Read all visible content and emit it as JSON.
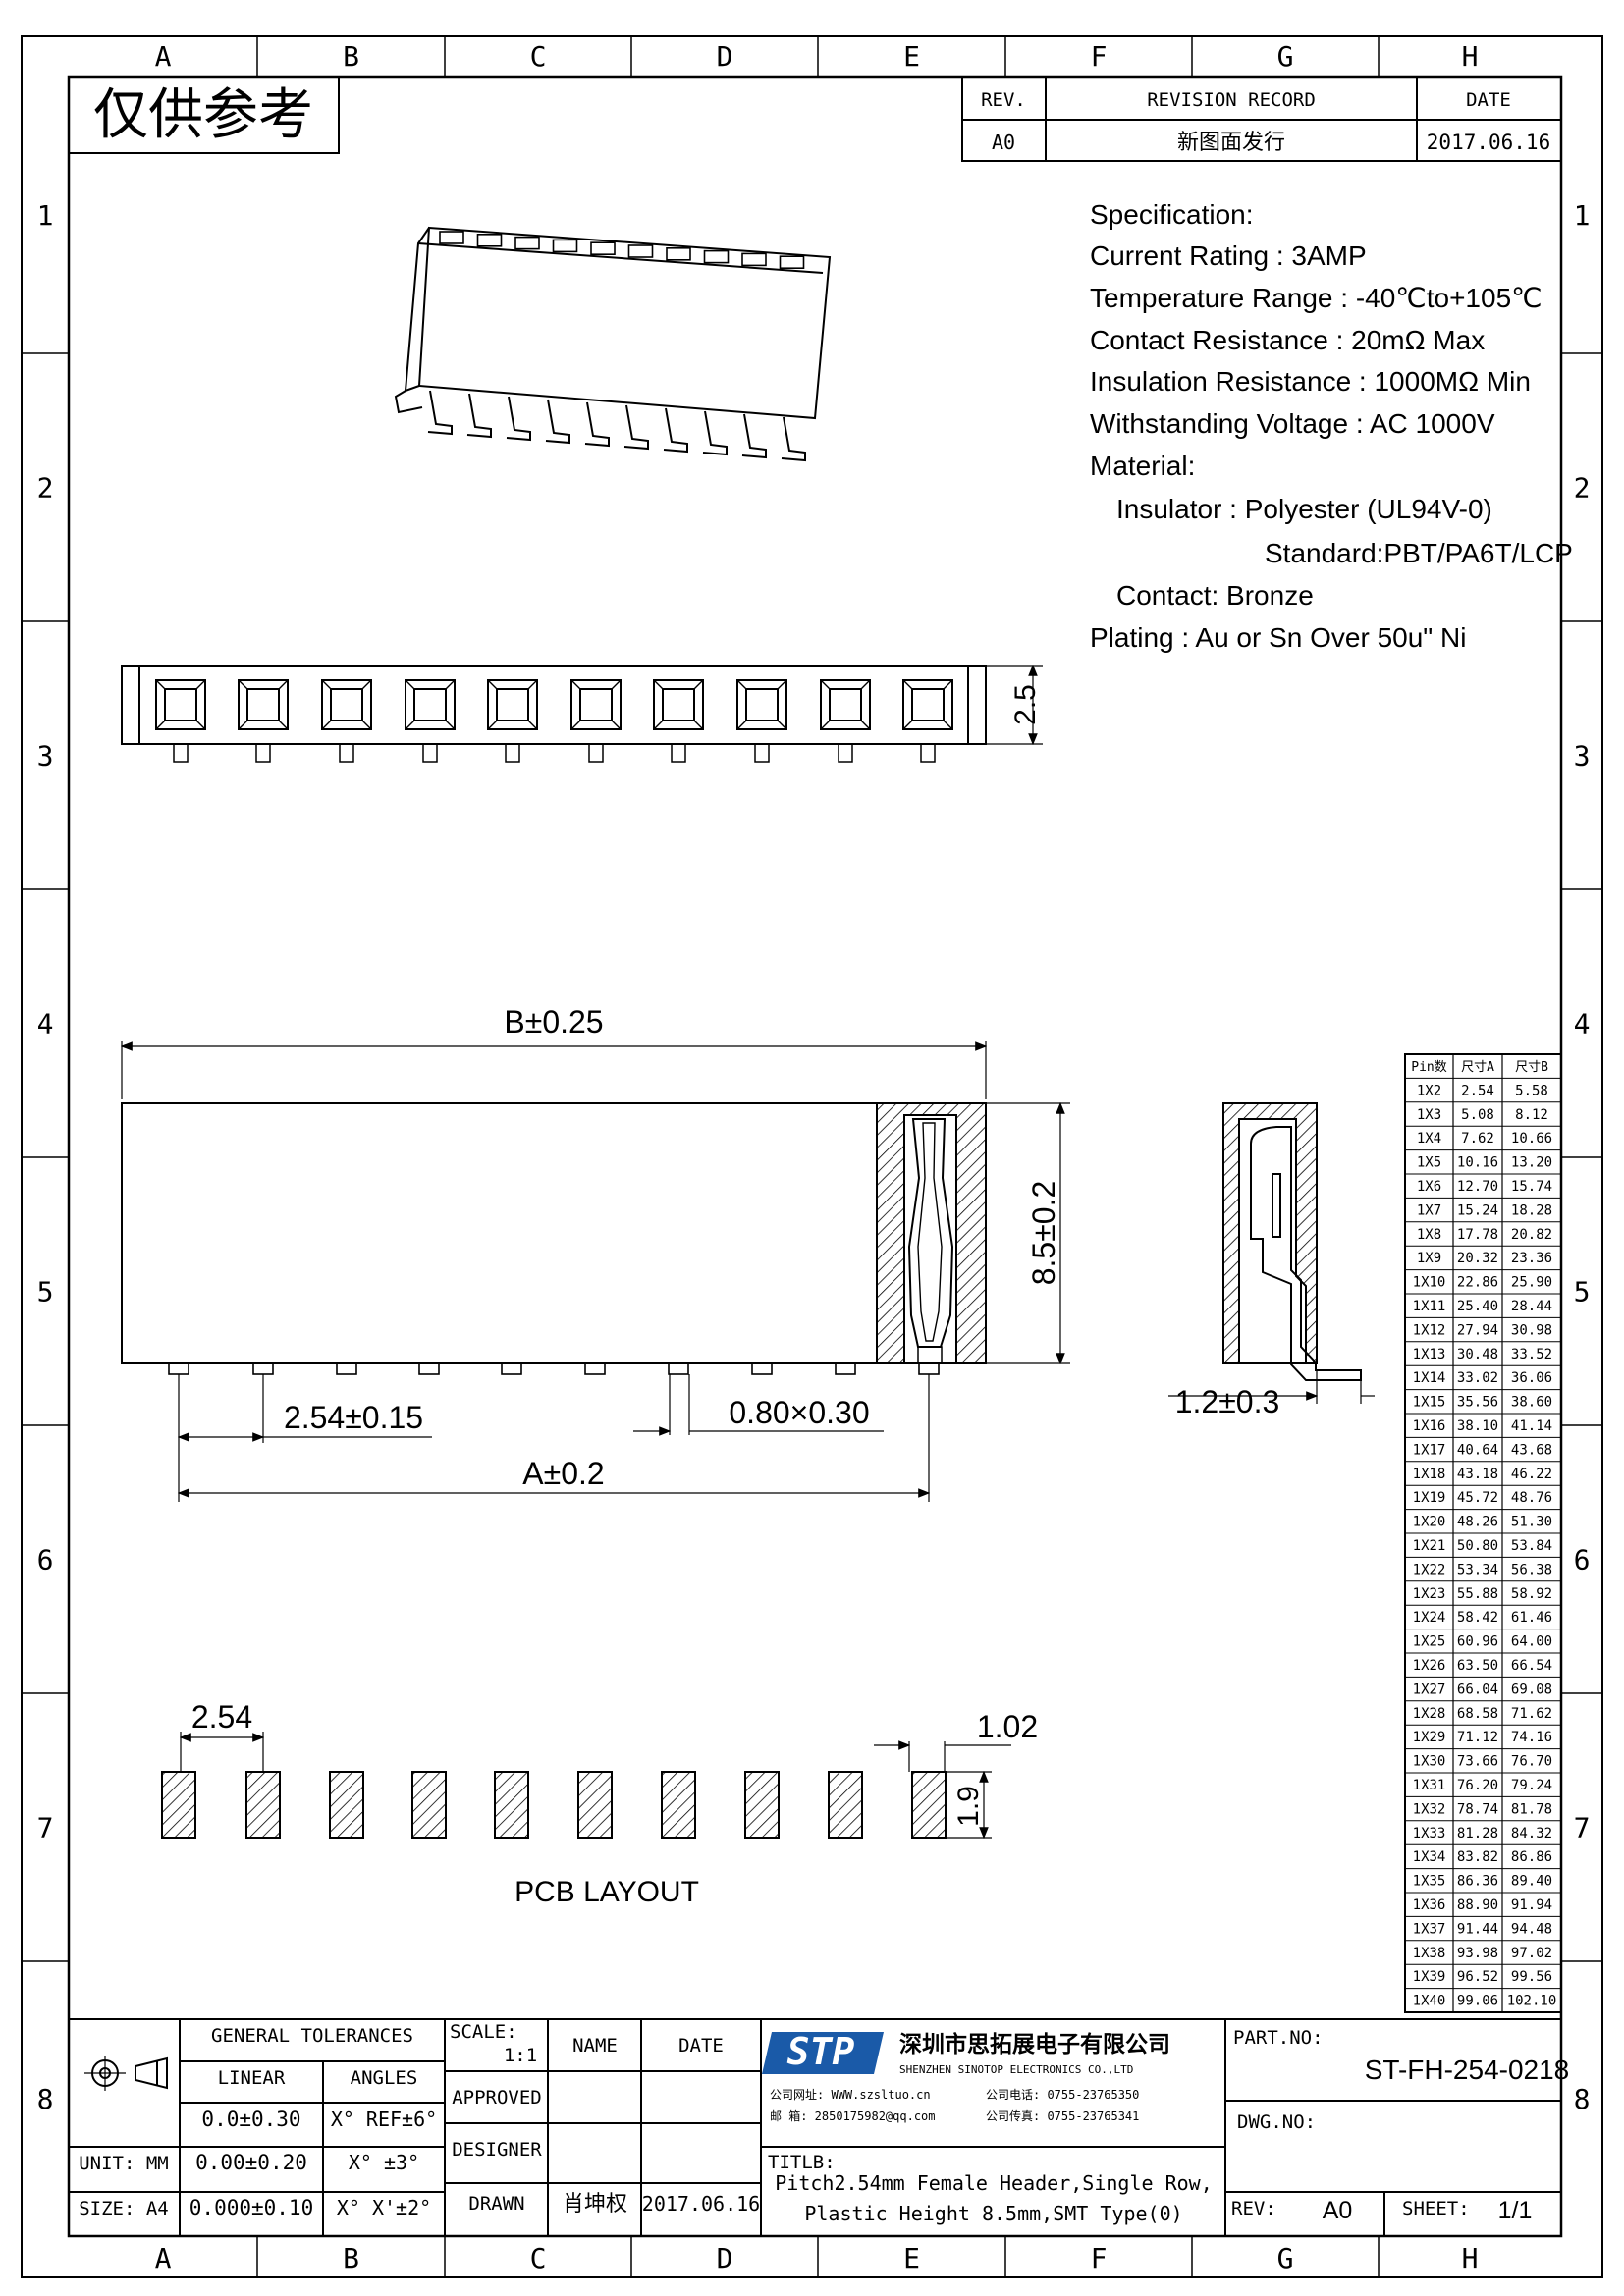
{
  "grid": {
    "columns": [
      "A",
      "B",
      "C",
      "D",
      "E",
      "F",
      "G",
      "H"
    ],
    "rows": [
      "1",
      "2",
      "3",
      "4",
      "5",
      "6",
      "7",
      "8"
    ]
  },
  "watermark": "仅供参考",
  "revision": {
    "rev_label": "REV.",
    "record_label": "REVISION RECORD",
    "date_label": "DATE",
    "rev": "A0",
    "record": "新图面发行",
    "date": "2017.06.16"
  },
  "specification": {
    "title": "Specification:",
    "current": "Current Rating : 3AMP",
    "temperature": "Temperature Range : -40℃to+105℃",
    "contact_resistance": "Contact Resistance : 20mΩ Max",
    "insulation": "Insulation Resistance : 1000MΩ Min",
    "voltage": "Withstanding Voltage : AC 1000V",
    "material": "Material:",
    "insulator": "Insulator : Polyester (UL94V-0)",
    "standard": "Standard:PBT/PA6T/LCP",
    "contact": "Contact: Bronze",
    "plating": "Plating : Au or Sn Over 50u\" Ni"
  },
  "dimensions": {
    "top_height": "2.5",
    "b_length": "B±0.25",
    "height": "8.5±0.2",
    "pitch": "2.54±0.15",
    "pin_size": "0.80×0.30",
    "a_length": "A±0.2",
    "side_offset": "1.2±0.3",
    "pcb_pitch": "2.54",
    "pad_width": "1.02",
    "pad_height": "1.9",
    "pcb_label": "PCB LAYOUT"
  },
  "size_table": {
    "headers": [
      "Pin数",
      "尺寸A",
      "尺寸B"
    ],
    "rows": [
      [
        "1X2",
        "2.54",
        "5.58"
      ],
      [
        "1X3",
        "5.08",
        "8.12"
      ],
      [
        "1X4",
        "7.62",
        "10.66"
      ],
      [
        "1X5",
        "10.16",
        "13.20"
      ],
      [
        "1X6",
        "12.70",
        "15.74"
      ],
      [
        "1X7",
        "15.24",
        "18.28"
      ],
      [
        "1X8",
        "17.78",
        "20.82"
      ],
      [
        "1X9",
        "20.32",
        "23.36"
      ],
      [
        "1X10",
        "22.86",
        "25.90"
      ],
      [
        "1X11",
        "25.40",
        "28.44"
      ],
      [
        "1X12",
        "27.94",
        "30.98"
      ],
      [
        "1X13",
        "30.48",
        "33.52"
      ],
      [
        "1X14",
        "33.02",
        "36.06"
      ],
      [
        "1X15",
        "35.56",
        "38.60"
      ],
      [
        "1X16",
        "38.10",
        "41.14"
      ],
      [
        "1X17",
        "40.64",
        "43.68"
      ],
      [
        "1X18",
        "43.18",
        "46.22"
      ],
      [
        "1X19",
        "45.72",
        "48.76"
      ],
      [
        "1X20",
        "48.26",
        "51.30"
      ],
      [
        "1X21",
        "50.80",
        "53.84"
      ],
      [
        "1X22",
        "53.34",
        "56.38"
      ],
      [
        "1X23",
        "55.88",
        "58.92"
      ],
      [
        "1X24",
        "58.42",
        "61.46"
      ],
      [
        "1X25",
        "60.96",
        "64.00"
      ],
      [
        "1X26",
        "63.50",
        "66.54"
      ],
      [
        "1X27",
        "66.04",
        "69.08"
      ],
      [
        "1X28",
        "68.58",
        "71.62"
      ],
      [
        "1X29",
        "71.12",
        "74.16"
      ],
      [
        "1X30",
        "73.66",
        "76.70"
      ],
      [
        "1X31",
        "76.20",
        "79.24"
      ],
      [
        "1X32",
        "78.74",
        "81.78"
      ],
      [
        "1X33",
        "81.28",
        "84.32"
      ],
      [
        "1X34",
        "83.82",
        "86.86"
      ],
      [
        "1X35",
        "86.36",
        "89.40"
      ],
      [
        "1X36",
        "88.90",
        "91.94"
      ],
      [
        "1X37",
        "91.44",
        "94.48"
      ],
      [
        "1X38",
        "93.98",
        "97.02"
      ],
      [
        "1X39",
        "96.52",
        "99.56"
      ],
      [
        "1X40",
        "99.06",
        "102.10"
      ]
    ]
  },
  "title_block": {
    "general_tolerances": "GENERAL TOLERANCES",
    "linear": "LINEAR",
    "angles": "ANGLES",
    "lin1": "0.0±0.30",
    "ang1": "X° REF±6°",
    "lin2": "0.00±0.20",
    "ang2": "X° ±3°",
    "lin3": "0.000±0.10",
    "ang3": "X° X'±2°",
    "unit": "UNIT: MM",
    "size": "SIZE: A4",
    "scale_label": "SCALE:",
    "scale": "1:1",
    "name_label": "NAME",
    "date_label": "DATE",
    "approved": "APPROVED",
    "designer": "DESIGNER",
    "drawn": "DRAWN",
    "drawn_name": "肖坤权",
    "drawn_date": "2017.06.16",
    "logo": "STP",
    "company_cn": "深圳市思拓展电子有限公司",
    "company_en": "SHENZHEN SINOTOP ELECTRONICS CO.,LTD",
    "website": "公司网址: WWW.szsltuo.cn",
    "phone": "公司电话: 0755-23765350",
    "email": "邮 箱: 2850175982@qq.com",
    "fax": "公司传真: 0755-23765341",
    "part_no_label": "PART.NO:",
    "part_no": "ST-FH-254-0218",
    "dwg_no_label": "DWG.NO:",
    "title_label": "TITLB:",
    "title_line1": "Pitch2.54mm Female Header,Single Row,",
    "title_line2": "Plastic Height 8.5mm,SMT Type(0)",
    "rev_label": "REV:",
    "rev": "A0",
    "sheet_label": "SHEET:",
    "sheet": "1/1"
  }
}
